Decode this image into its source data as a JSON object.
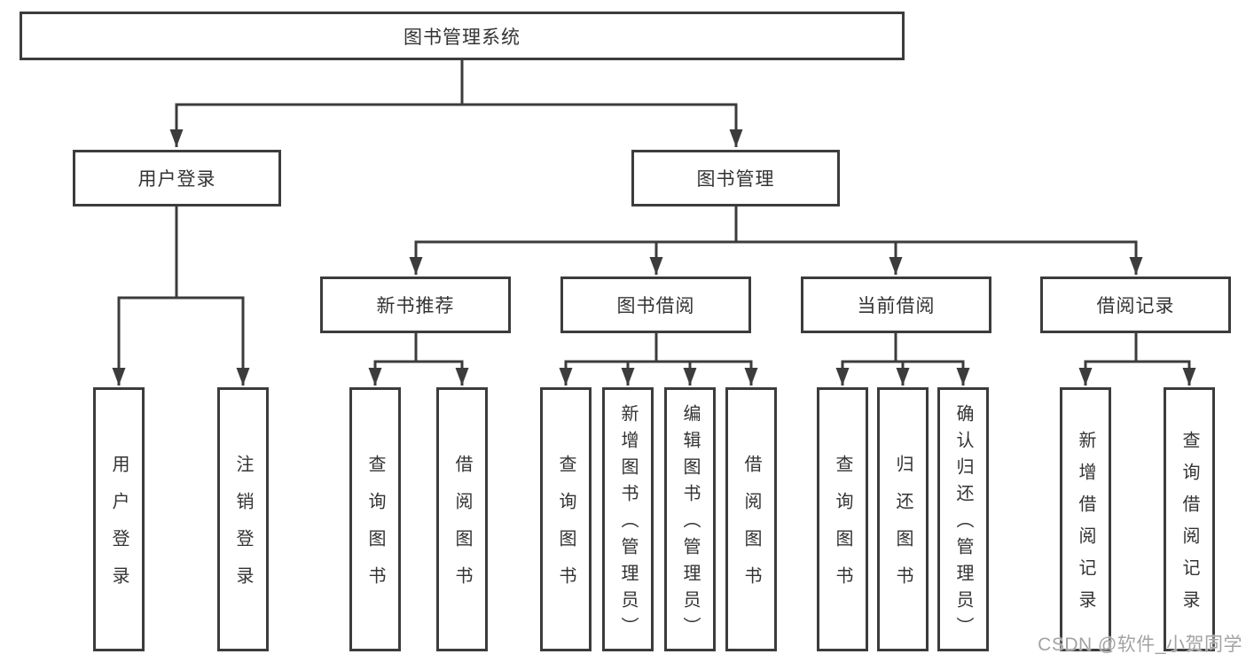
{
  "diagram": {
    "type": "hierarchy-diagram",
    "colors": {
      "line": "#3c3c3c",
      "text": "#333333",
      "background": "#ffffff",
      "watermark": "#a3a3a3"
    },
    "tree": {
      "label": "图书管理系统",
      "children": [
        {
          "label": "用户登录",
          "children": [
            {
              "label": "用户登录"
            },
            {
              "label": "注销登录"
            }
          ]
        },
        {
          "label": "图书管理",
          "children": [
            {
              "label": "新书推荐",
              "children": [
                {
                  "label": "查询图书"
                },
                {
                  "label": "借阅图书"
                }
              ]
            },
            {
              "label": "图书借阅",
              "children": [
                {
                  "label": "查询图书"
                },
                {
                  "label": "新增图书（管理员）"
                },
                {
                  "label": "编辑图书（管理员）"
                },
                {
                  "label": "借阅图书"
                }
              ]
            },
            {
              "label": "当前借阅",
              "children": [
                {
                  "label": "查询图书"
                },
                {
                  "label": "归还图书"
                },
                {
                  "label": "确认归还（管理员）"
                }
              ]
            },
            {
              "label": "借阅记录",
              "children": [
                {
                  "label": "新增借阅记录"
                },
                {
                  "label": "查询借阅记录"
                }
              ]
            }
          ]
        }
      ]
    },
    "watermark": {
      "text": "CSDN @软件_小贺同学"
    }
  }
}
